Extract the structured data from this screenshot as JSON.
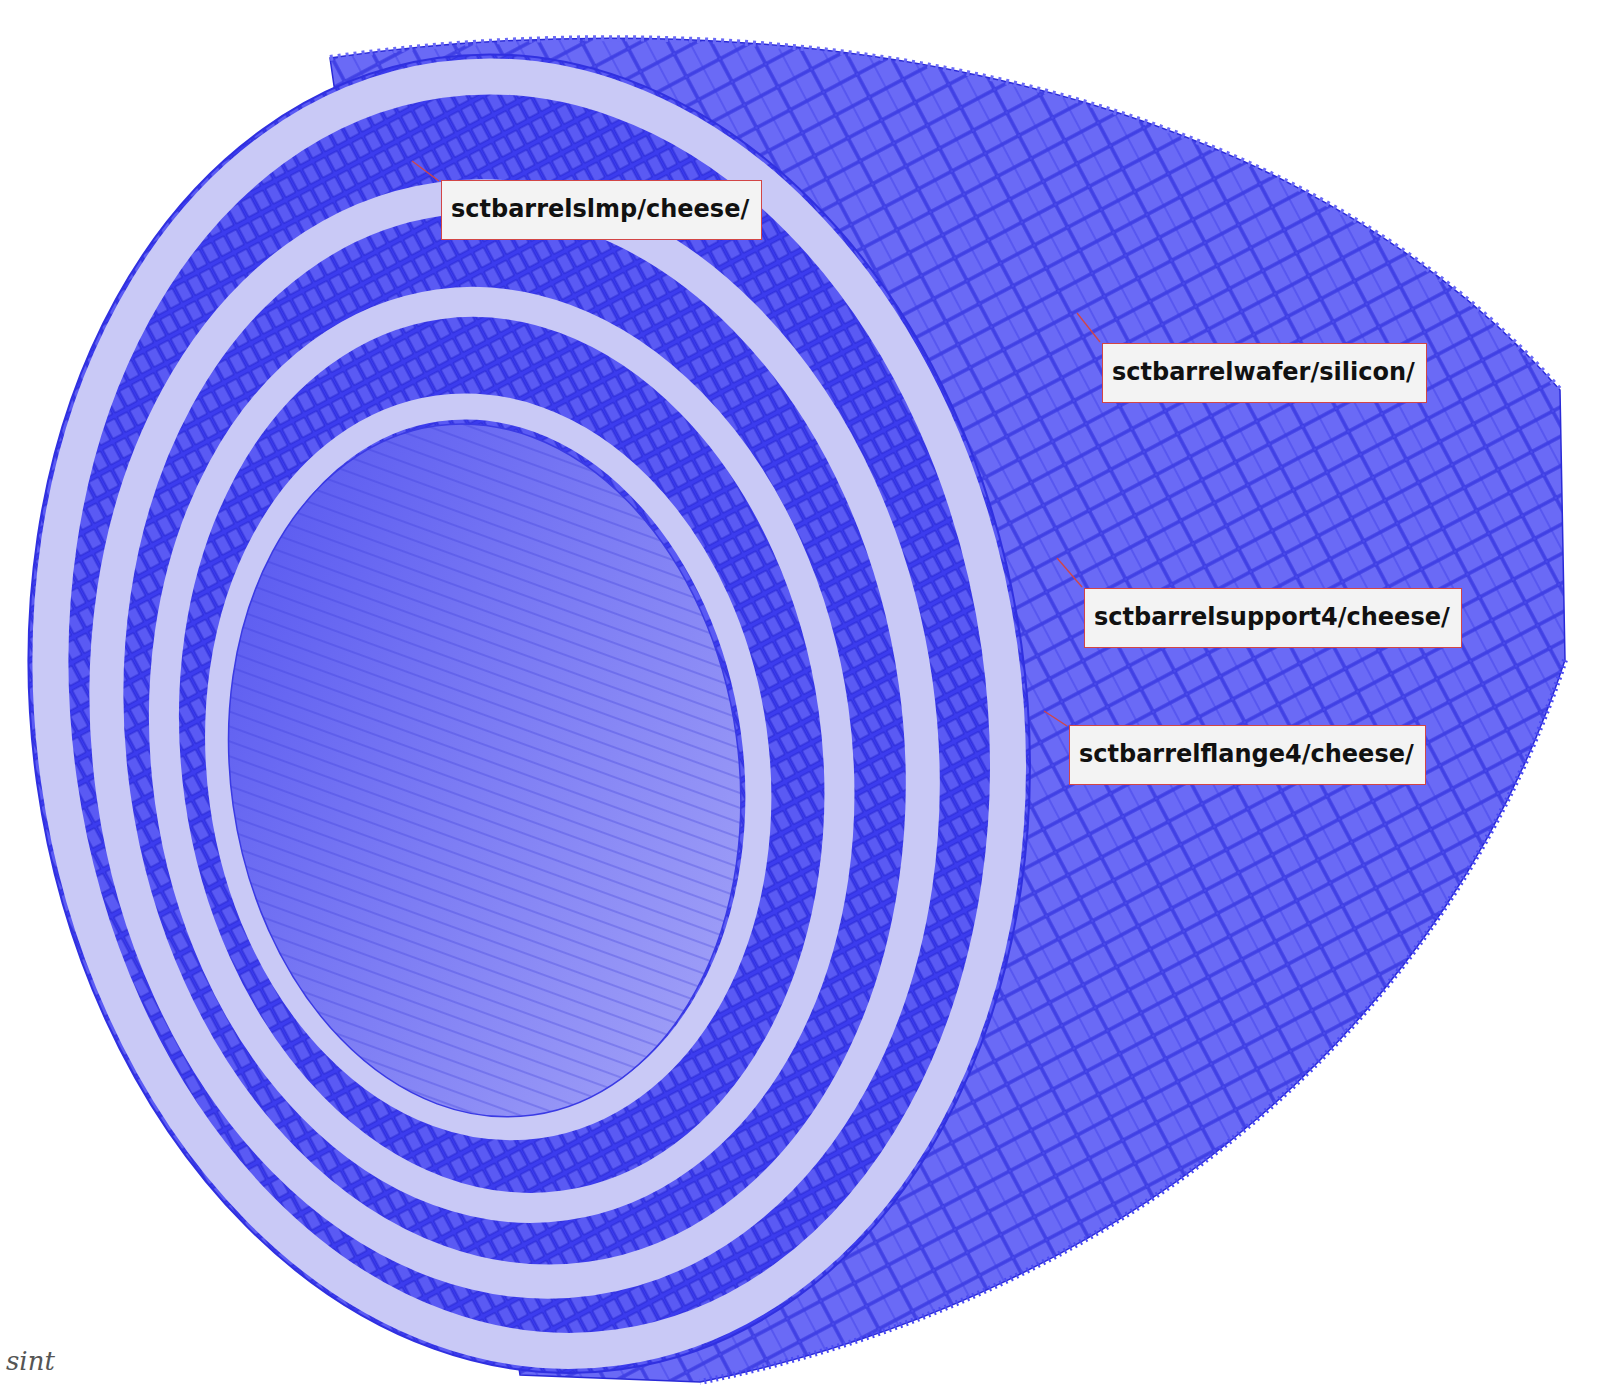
{
  "diagram": {
    "nodes": [
      {
        "text": [
          "sctbarrelslmp/cheese/"
        ]
      },
      {
        "text": [
          "sctbarrelwafer/silicon/"
        ]
      },
      {
        "text": [
          "sctbarrelsupport4/cheese/"
        ]
      },
      {
        "text": [
          "sctbarrelflange4/cheese/"
        ]
      }
    ],
    "labels": [
      "sint"
    ]
  }
}
